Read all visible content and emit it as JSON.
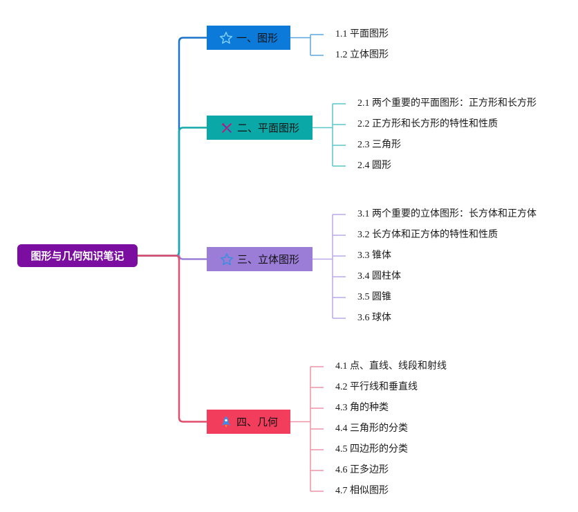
{
  "root": {
    "label": "图形与几何知识笔记",
    "color": "#7b0ea0"
  },
  "branches": [
    {
      "label": "一、图形",
      "color": "#0b7ad9",
      "line_color": "#1a73c8",
      "leaf_line_color": "#5aa6de",
      "icon": "star-outline-icon",
      "leaves": [
        "1.1 平面图形",
        "1.2 立体图形"
      ]
    },
    {
      "label": "二、平面图形",
      "color": "#0aa8a6",
      "line_color": "#13a7ab",
      "leaf_line_color": "#59c7c9",
      "icon": "tools-icon",
      "leaves": [
        "2.1 两个重要的平面图形：正方形和长方形",
        "2.2 正方形和长方形的特性和性质",
        "2.3 三角形",
        "2.4 圆形"
      ]
    },
    {
      "label": "三、立体图形",
      "color": "#9b7dd8",
      "line_color": "#9a7fd6",
      "leaf_line_color": "#bba8e6",
      "icon": "star-outline-icon",
      "leaves": [
        "3.1 两个重要的立体图形：长方体和正方体",
        "3.2 长方体和正方体的特性和性质",
        "3.3 锥体",
        "3.4 圆柱体",
        "3.5 圆锥",
        "3.6 球体"
      ]
    },
    {
      "label": "四、几何",
      "color": "#f23d5c",
      "line_color": "#e04d6a",
      "leaf_line_color": "#ee93a5",
      "icon": "rocket-icon",
      "leaves": [
        "4.1 点、直线、线段和射线",
        "4.2 平行线和垂直线",
        "4.3 角的种类",
        "4.4 三角形的分类",
        "4.5 四边形的分类",
        "4.6 正多边形",
        "4.7 相似图形"
      ]
    }
  ]
}
